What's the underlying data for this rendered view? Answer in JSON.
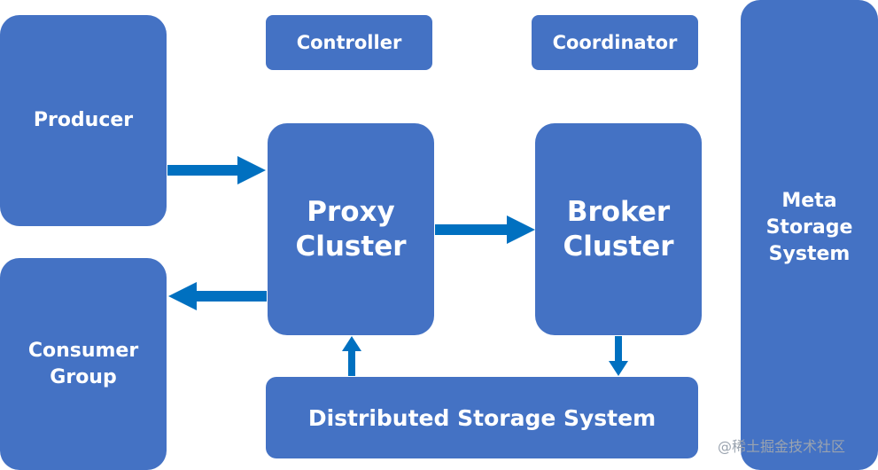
{
  "nodes": {
    "producer": "Producer",
    "consumer_group": "Consumer\nGroup",
    "controller": "Controller",
    "coordinator": "Coordinator",
    "proxy_cluster": "Proxy\nCluster",
    "broker_cluster": "Broker\nCluster",
    "meta_storage": "Meta\nStorage\nSystem",
    "distributed_storage": "Distributed Storage System"
  },
  "colors": {
    "box": "#4472c4",
    "arrow": "#0070c0",
    "text": "#ffffff"
  },
  "watermark": "@稀土掘金技术社区"
}
